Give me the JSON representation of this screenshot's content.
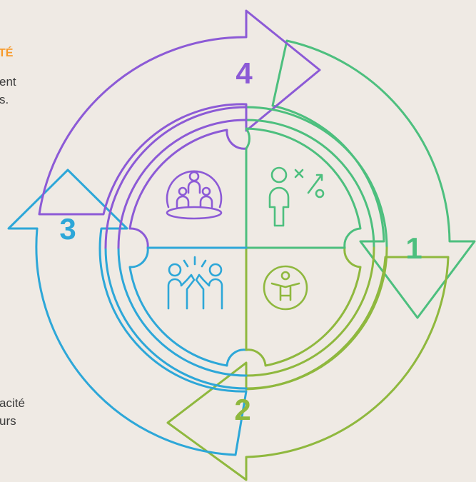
{
  "colors": {
    "background": "#efeae4",
    "step1": "#4dbf7e",
    "step2": "#8fb83e",
    "step3": "#2da7d8",
    "step4": "#8c5ad6",
    "accent_orange": "#f79a2a"
  },
  "left_text": {
    "top_title": "TÉ",
    "top_line1": "ent",
    "top_line2": "s.",
    "bottom_line1": "acité",
    "bottom_line2": "urs"
  },
  "steps": [
    {
      "number": "1",
      "icon": "strategy-person-icon"
    },
    {
      "number": "2",
      "icon": "accessibility-person-icon"
    },
    {
      "number": "3",
      "icon": "high-five-icon"
    },
    {
      "number": "4",
      "icon": "team-group-icon"
    }
  ]
}
